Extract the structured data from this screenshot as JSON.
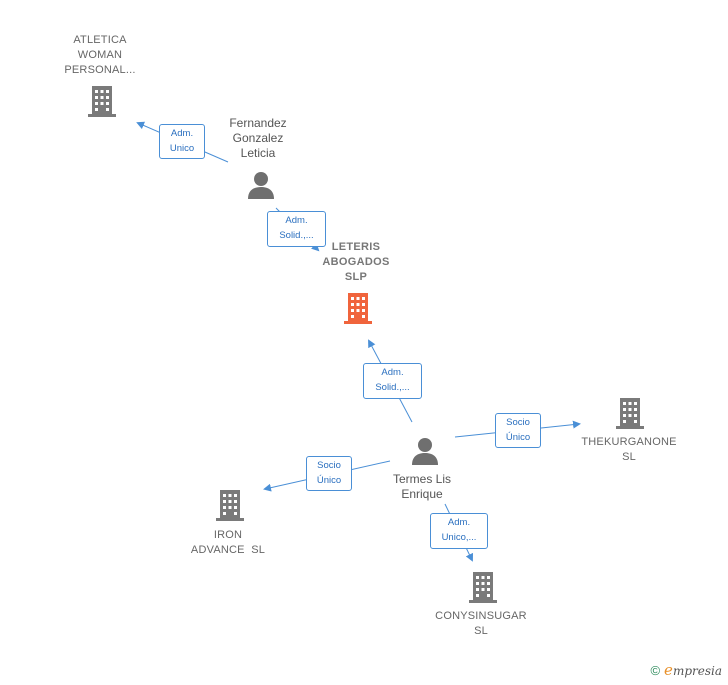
{
  "nodes": {
    "atletica": {
      "lines": [
        "ATLETICA",
        "WOMAN",
        "PERSONAL..."
      ]
    },
    "fernandez": {
      "lines": [
        "Fernandez",
        "Gonzalez",
        "Leticia"
      ]
    },
    "leteris": {
      "lines": [
        "LETERIS",
        "ABOGADOS",
        "SLP"
      ]
    },
    "termes": {
      "lines": [
        "Termes Lis",
        "Enrique"
      ]
    },
    "thekurganone": {
      "lines": [
        "THEKURGANONE",
        "SL"
      ]
    },
    "iron": {
      "lines": [
        "IRON",
        "ADVANCE  SL"
      ]
    },
    "conysinsugar": {
      "lines": [
        "CONYSINSUGAR",
        "SL"
      ]
    }
  },
  "edges": {
    "e1": {
      "lines": [
        "Adm.",
        "Unico"
      ]
    },
    "e2": {
      "lines": [
        "Adm.",
        "Solid.,..."
      ]
    },
    "e3": {
      "lines": [
        "Adm.",
        "Solid.,..."
      ]
    },
    "e4": {
      "lines": [
        "Socio",
        "Único"
      ]
    },
    "e5": {
      "lines": [
        "Socio",
        "Único"
      ]
    },
    "e6": {
      "lines": [
        "Adm.",
        "Unico,..."
      ]
    }
  },
  "colors": {
    "edge": "#4a8fd6",
    "company_icon": "#7a7a7a",
    "focus_icon": "#f0643c",
    "person_icon": "#6f6f6f"
  },
  "icons": {
    "company": "building-icon",
    "person": "person-icon"
  },
  "footer": {
    "copyright": "©",
    "brand_initial": "e",
    "brand_rest": "mpresia"
  }
}
